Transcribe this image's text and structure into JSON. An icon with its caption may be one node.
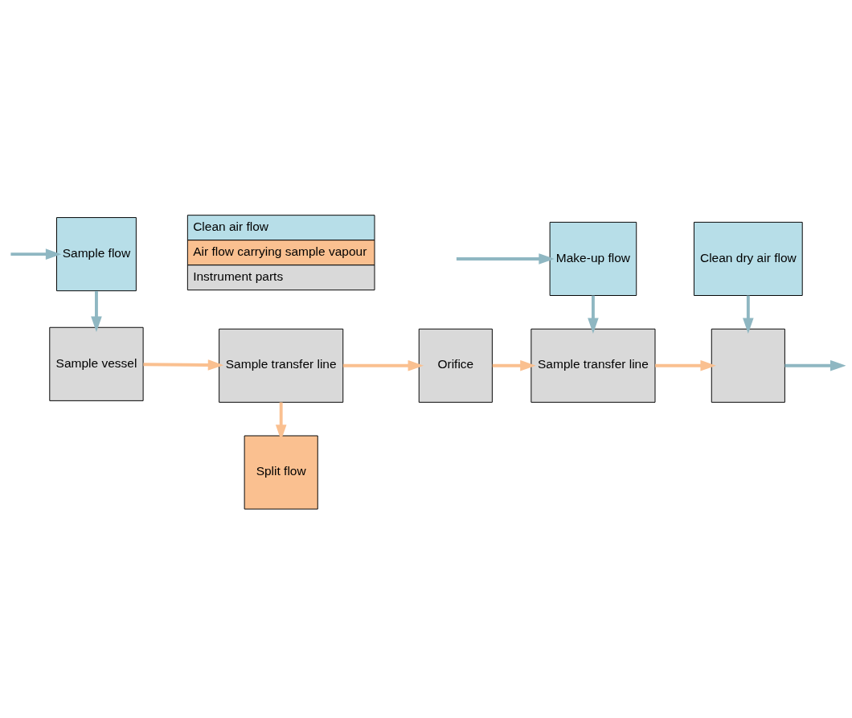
{
  "diagram": {
    "nodes": [
      {
        "text": [
          "Split flow"
        ]
      },
      {
        "text": [
          "Clean dry air flow"
        ]
      },
      {
        "text": [
          "Sample vessel"
        ]
      },
      {
        "text": [
          "Sample transfer line"
        ]
      },
      {
        "text": [
          "Orifice"
        ]
      },
      {
        "text": [
          "Sample transfer line"
        ]
      },
      {
        "text": [],
        "shape": "box"
      },
      {
        "text": [
          "Make-up flow"
        ]
      },
      {
        "text": [
          "Sample flow"
        ]
      }
    ],
    "edges": [
      {
        "from": 2,
        "to": 3,
        "arrow": "to",
        "color": "#fac090"
      },
      {
        "from": 3,
        "to": 0,
        "arrow": "to",
        "color": "#fac090"
      },
      {
        "from": 3,
        "to": 4,
        "arrow": "to",
        "color": "#fac090"
      },
      {
        "from": 4,
        "to": 5,
        "arrow": "to",
        "color": "#fac090"
      },
      {
        "from": 5,
        "to": 6,
        "arrow": "to",
        "color": "#fac090"
      },
      {
        "from": 1,
        "to": 6,
        "arrow": "to"
      },
      {
        "from": 7,
        "to": 5,
        "arrow": "to"
      },
      {
        "from": 6,
        "to": null,
        "arrow": "to"
      },
      {
        "from": null,
        "to": 7,
        "arrow": "to"
      },
      {
        "from": null,
        "to": 8,
        "arrow": "to"
      },
      {
        "from": 8,
        "to": 2,
        "arrow": "to"
      }
    ],
    "legend": [
      {
        "text": "Clean air flow",
        "color": "#b7dee8"
      },
      {
        "text": "Air flow carrying sample vapour",
        "color": "#fac090"
      },
      {
        "text": "Instrument parts",
        "color": "#d9d9d9"
      }
    ]
  }
}
